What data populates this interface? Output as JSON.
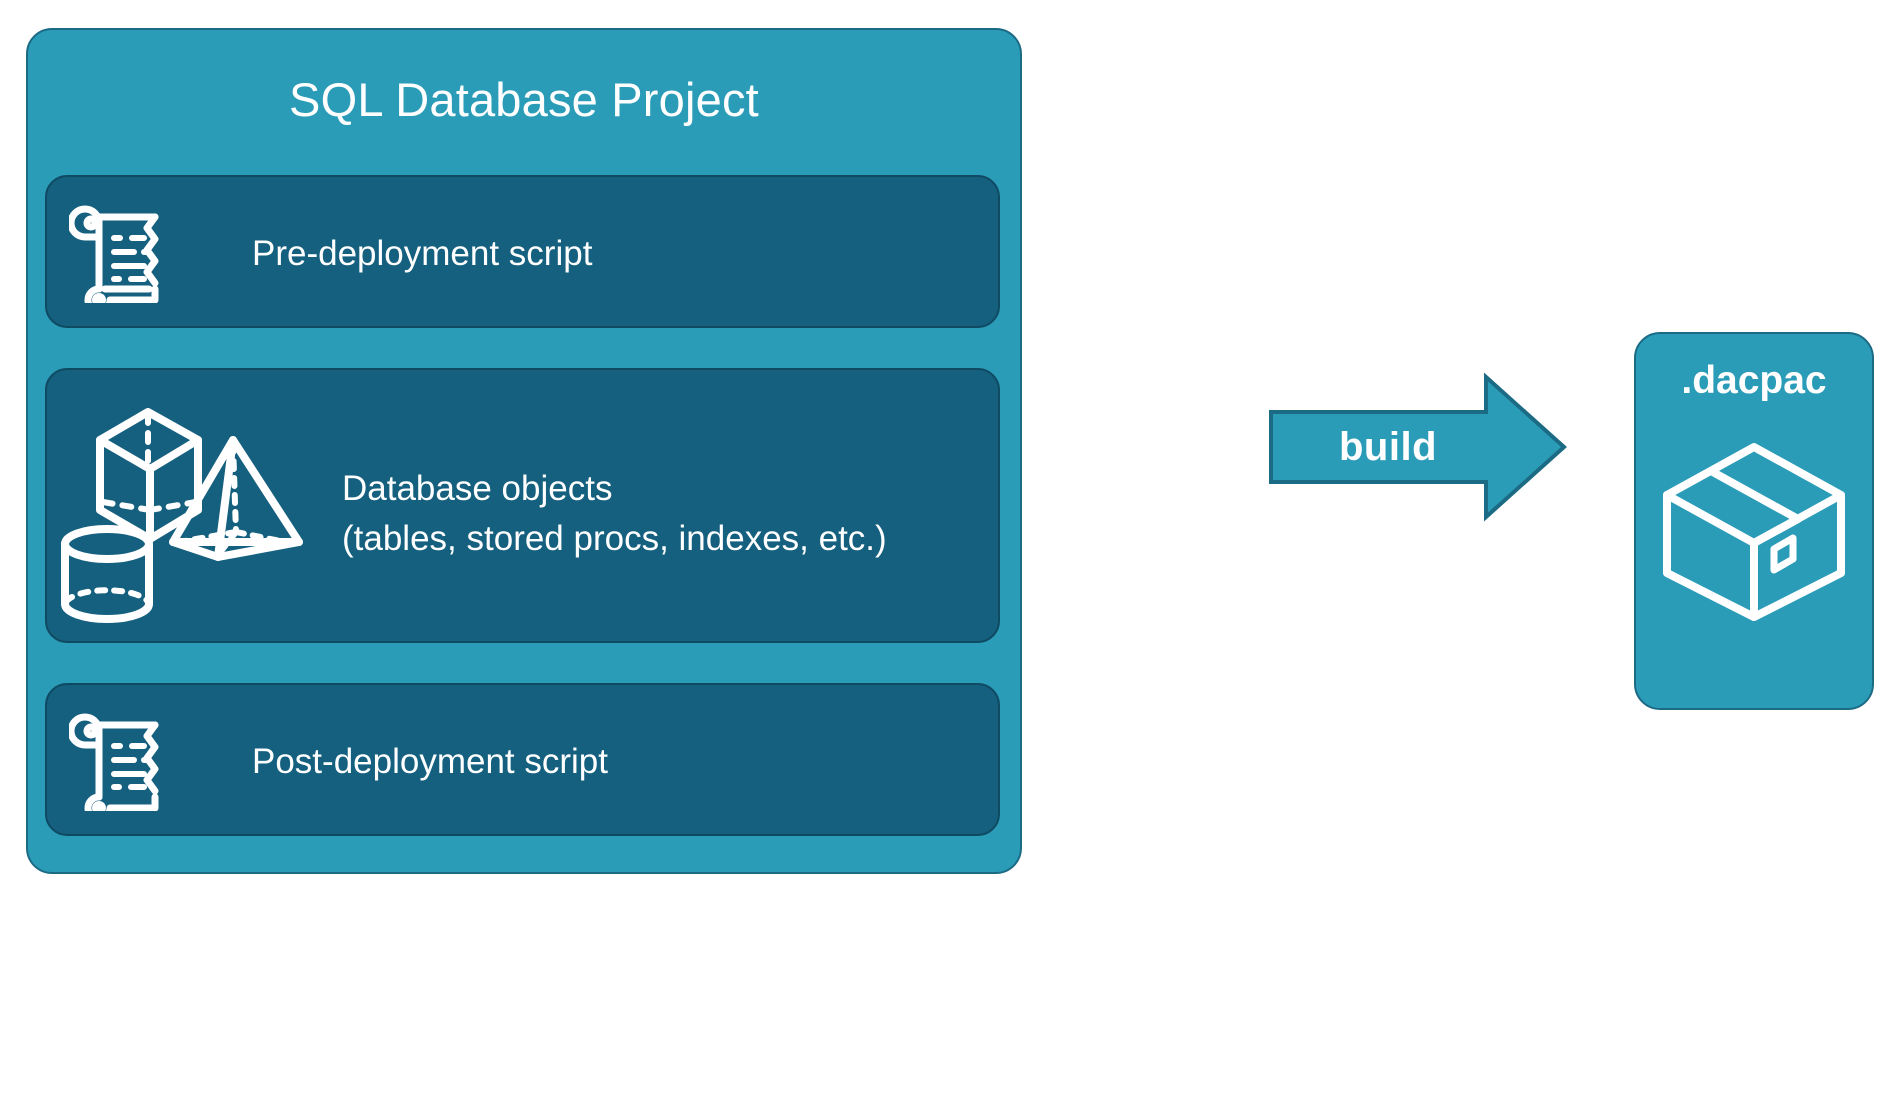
{
  "diagram": {
    "type": "flow-diagram",
    "background_color": "#ffffff",
    "colors": {
      "outer_box_fill": "#2b9cb8",
      "outer_box_stroke": "#1c6b85",
      "inner_card_fill": "#15607f",
      "inner_card_stroke": "#0f4a63",
      "icon_stroke": "#ffffff",
      "text_color": "#ffffff",
      "arrow_fill": "#2b9cb8",
      "arrow_stroke": "#1c6b85"
    }
  },
  "project": {
    "title": "SQL Database Project",
    "cards": [
      {
        "id": "pre-deployment",
        "label": "Pre-deployment script",
        "icon": "scroll-icon"
      },
      {
        "id": "database-objects",
        "label": "Database objects\n(tables, stored procs, indexes, etc.)",
        "icon": "shapes-icon"
      },
      {
        "id": "post-deployment",
        "label": "Post-deployment script",
        "icon": "scroll-icon"
      }
    ]
  },
  "arrow": {
    "label": "build",
    "direction": "right",
    "icon": "arrow-right-icon"
  },
  "output": {
    "title": ".dacpac",
    "icon": "package-box-icon"
  }
}
